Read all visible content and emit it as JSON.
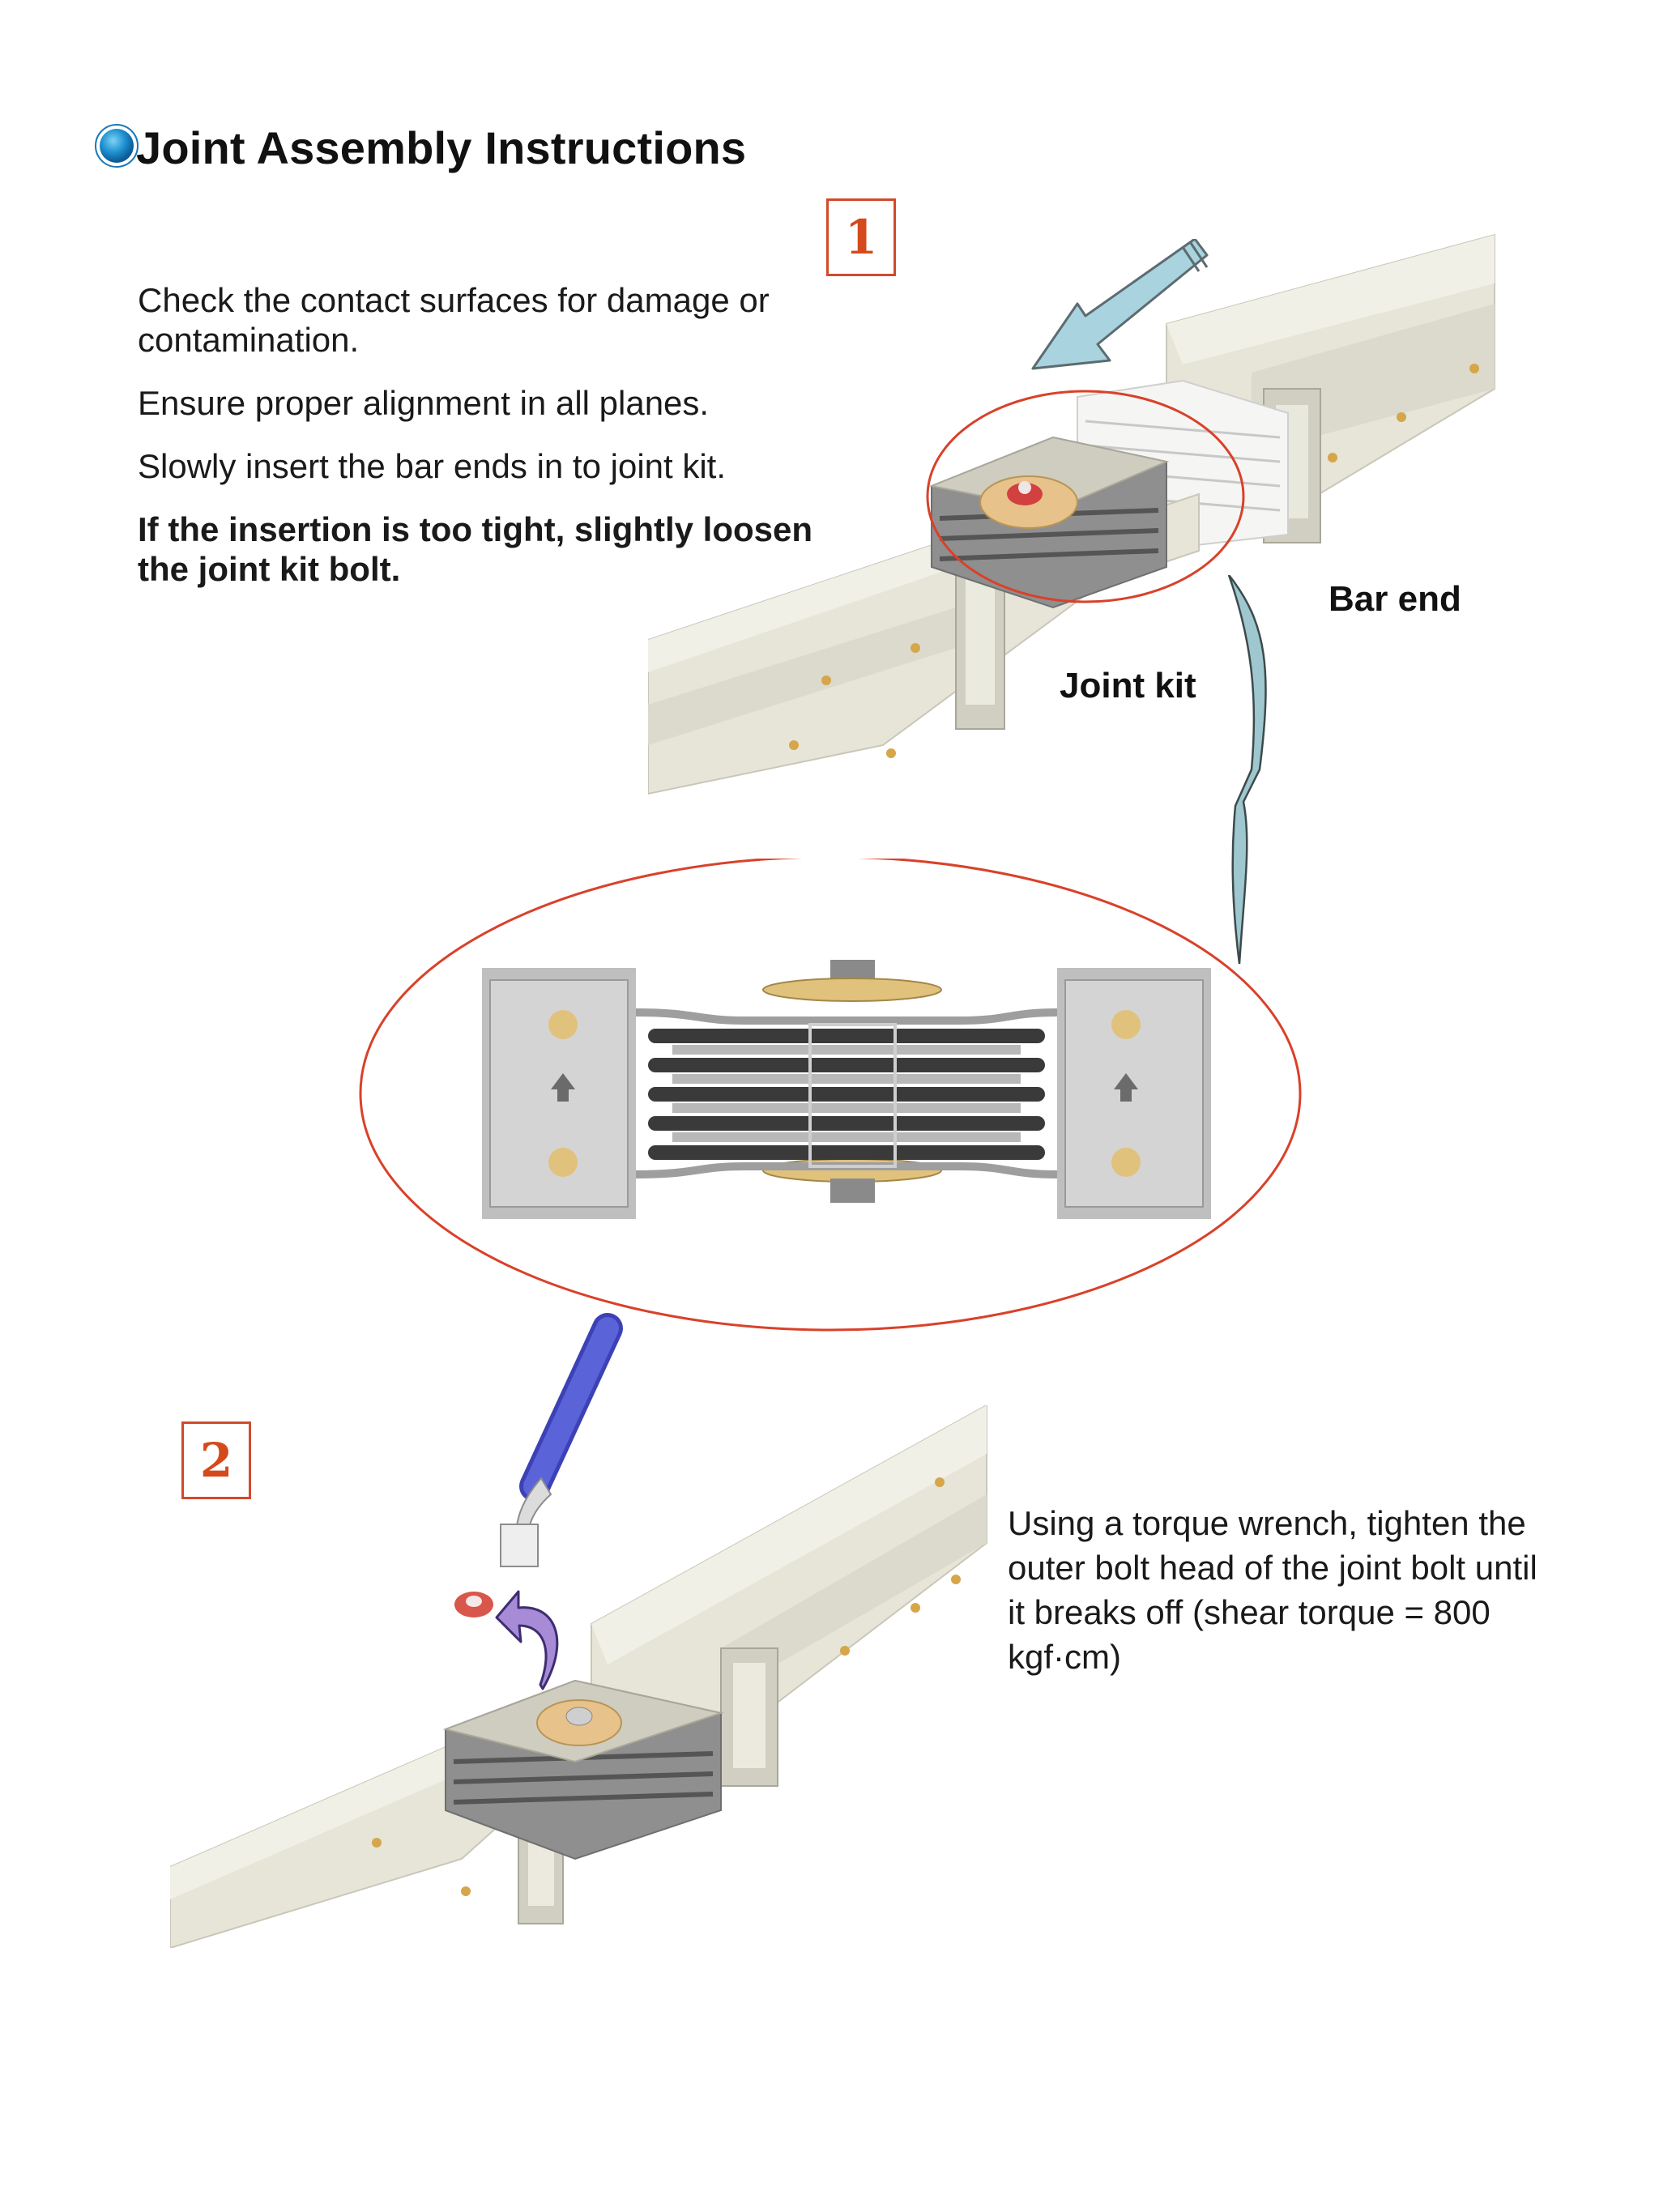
{
  "title": "Joint Assembly Instructions",
  "step1": {
    "number": "1",
    "instructions": [
      "Check the contact surfaces for damage or contamination.",
      "Ensure proper alignment in all planes.",
      "Slowly insert the bar ends in to joint kit."
    ],
    "warning": "If the insertion is too tight, slightly loosen the joint kit bolt.",
    "label_bar_end": "Bar end",
    "label_joint_kit": "Joint kit"
  },
  "step2": {
    "number": "2",
    "instruction": "Using a torque wrench, tighten the outer bolt head of the joint bolt until it breaks off (shear torque = 800 kgf·cm)"
  },
  "colors": {
    "callout_red": "#d9412a",
    "arrow_blue": "#a9d3df",
    "arrow_purple": "#a78bd6",
    "wrench_blue": "#5a63d8",
    "busway_body": "#e4e3d6"
  },
  "icons": [
    "bullet-icon",
    "insert-arrow-icon",
    "zoom-arrow-icon",
    "rotate-arrow-icon",
    "wrench-icon"
  ]
}
